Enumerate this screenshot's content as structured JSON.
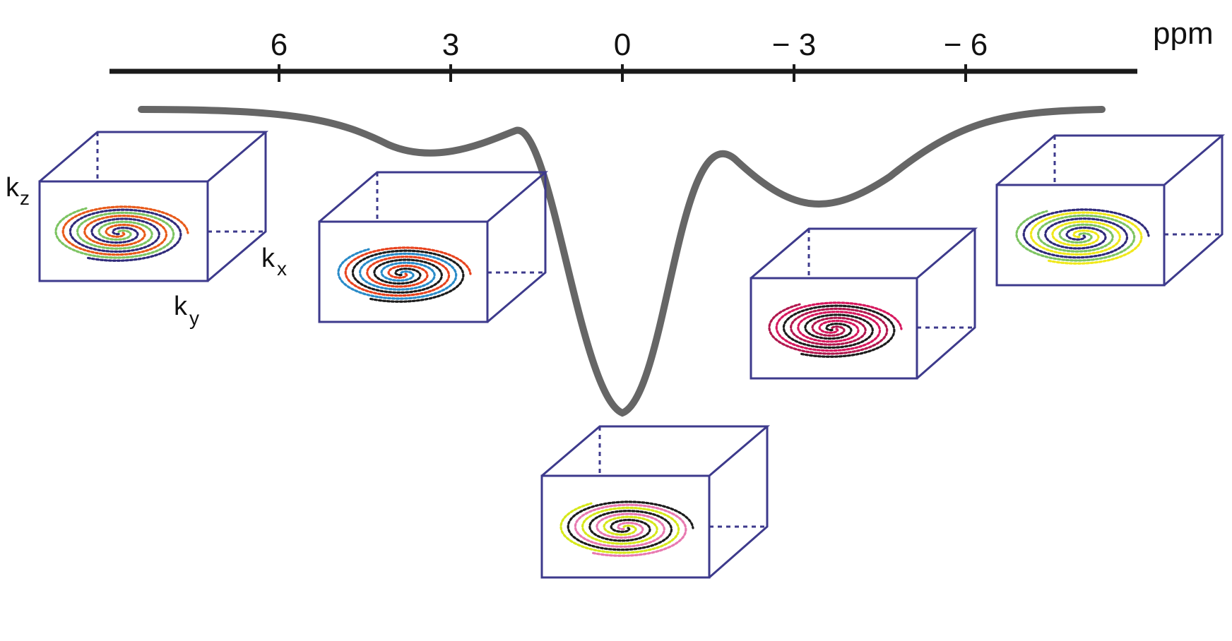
{
  "axis": {
    "unit_label": "ppm",
    "ticks": [
      {
        "value": 6,
        "label": "6"
      },
      {
        "value": 3,
        "label": "3"
      },
      {
        "value": 0,
        "label": "0"
      },
      {
        "value": -3,
        "label": "− 3"
      },
      {
        "value": -6,
        "label": "− 6"
      }
    ]
  },
  "axes_labels": {
    "kz_main": "k",
    "kz_sub": "z",
    "kx_main": "k",
    "kx_sub": "x",
    "ky_main": "k",
    "ky_sub": "y"
  },
  "colors": {
    "axis_line": "#1a1a1a",
    "spectrum_curve": "#666666",
    "box_edge": "#3d3a8c"
  },
  "boxes": [
    {
      "name": "box-6ppm",
      "colors": [
        "#e85a1a",
        "#2f2a7a",
        "#7dc462"
      ]
    },
    {
      "name": "box-3ppm",
      "colors": [
        "#e8431e",
        "#1c1c1c",
        "#2a8bc8"
      ]
    },
    {
      "name": "box-0ppm",
      "colors": [
        "#1c1c1c",
        "#e879b0",
        "#d6e81a"
      ]
    },
    {
      "name": "box-minus3ppm",
      "colors": [
        "#d6185e",
        "#1c1c1c",
        "#b0184e"
      ]
    },
    {
      "name": "box-minus6ppm",
      "colors": [
        "#2f2a7a",
        "#f0e81a",
        "#7dc462"
      ]
    }
  ]
}
